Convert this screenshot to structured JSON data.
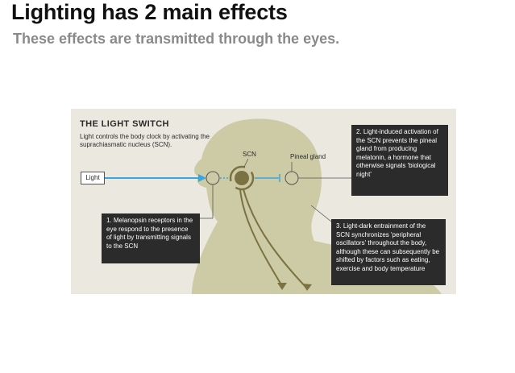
{
  "slide": {
    "title": "Lighting has 2 main effects",
    "subtitle": "These effects are transmitted through the eyes."
  },
  "figure": {
    "title": "THE LIGHT SWITCH",
    "description": "Light controls the body clock by activating the suprachiasmatic nucleus (SCN).",
    "light_label": "Light",
    "scn_label": "SCN",
    "pineal_label": "Pineal gland",
    "callouts": [
      {
        "text": "1. Melanopsin receptors in the eye respond to the presence of light by transmitting signals to the SCN"
      },
      {
        "text": "2. Light-induced activation of the SCN prevents the pineal gland from producing melatonin, a hormone that otherwise signals 'biological night'"
      },
      {
        "text": "3. Light-dark entrainment of the SCN synchronizes 'peripheral oscillators' throughout the body, although these can subsequently be shifted by factors such as eating, exercise and body temperature"
      }
    ]
  },
  "colors": {
    "panel_bg": "#ebe8df",
    "silhouette": "#cdcba6",
    "scn": "#7a7240",
    "light_arrow": "#3aa6dd",
    "callout_bg": "#2b2b2b"
  }
}
